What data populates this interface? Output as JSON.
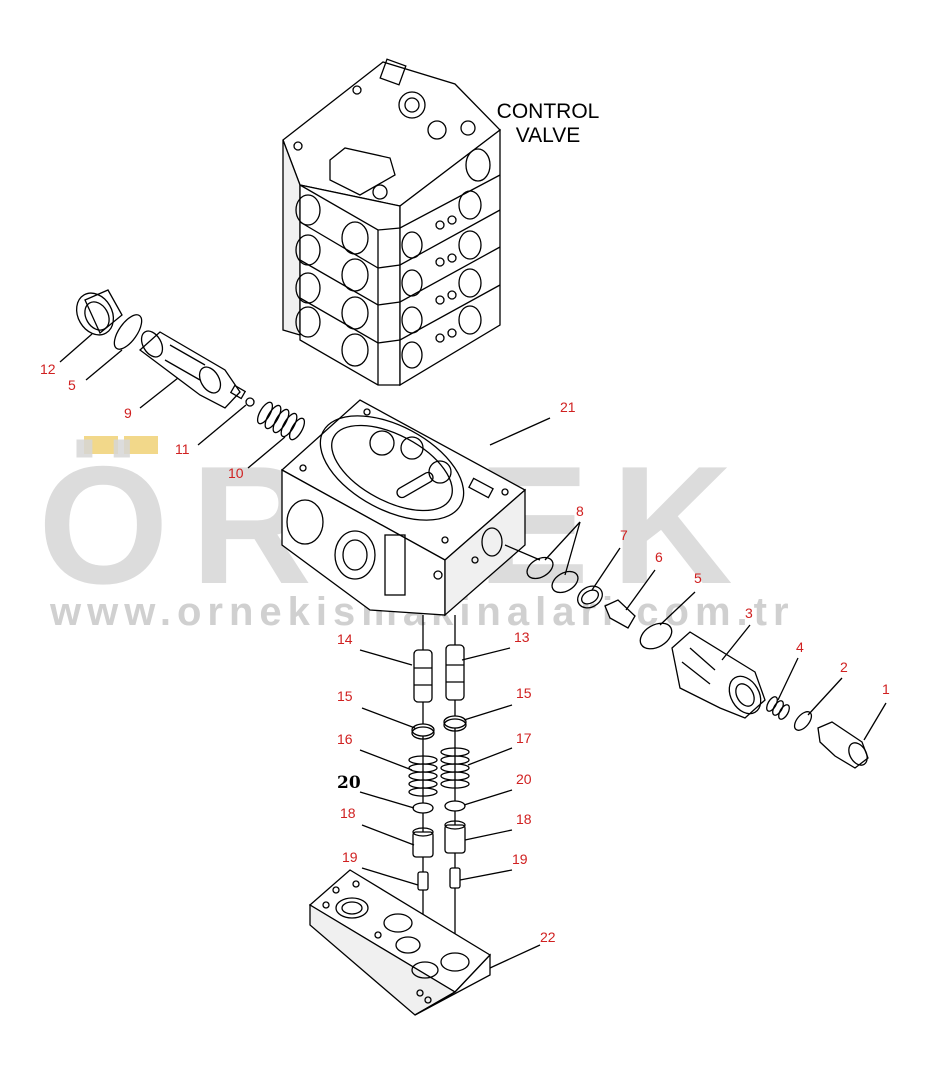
{
  "diagram": {
    "title_line1": "CONTROL",
    "title_line2": "VALVE",
    "watermark_text": "ÖRNEK",
    "watermark_url": "www.ornekismakinalari.com.tr",
    "label_color": "#d02020",
    "watermark_color": "#d6d6d6",
    "labels": [
      "1",
      "2",
      "3",
      "4",
      "5",
      "5",
      "6",
      "7",
      "8",
      "9",
      "10",
      "11",
      "12",
      "13",
      "14",
      "15",
      "15",
      "16",
      "17",
      "18",
      "18",
      "19",
      "19",
      "20",
      "20",
      "21",
      "22"
    ]
  }
}
